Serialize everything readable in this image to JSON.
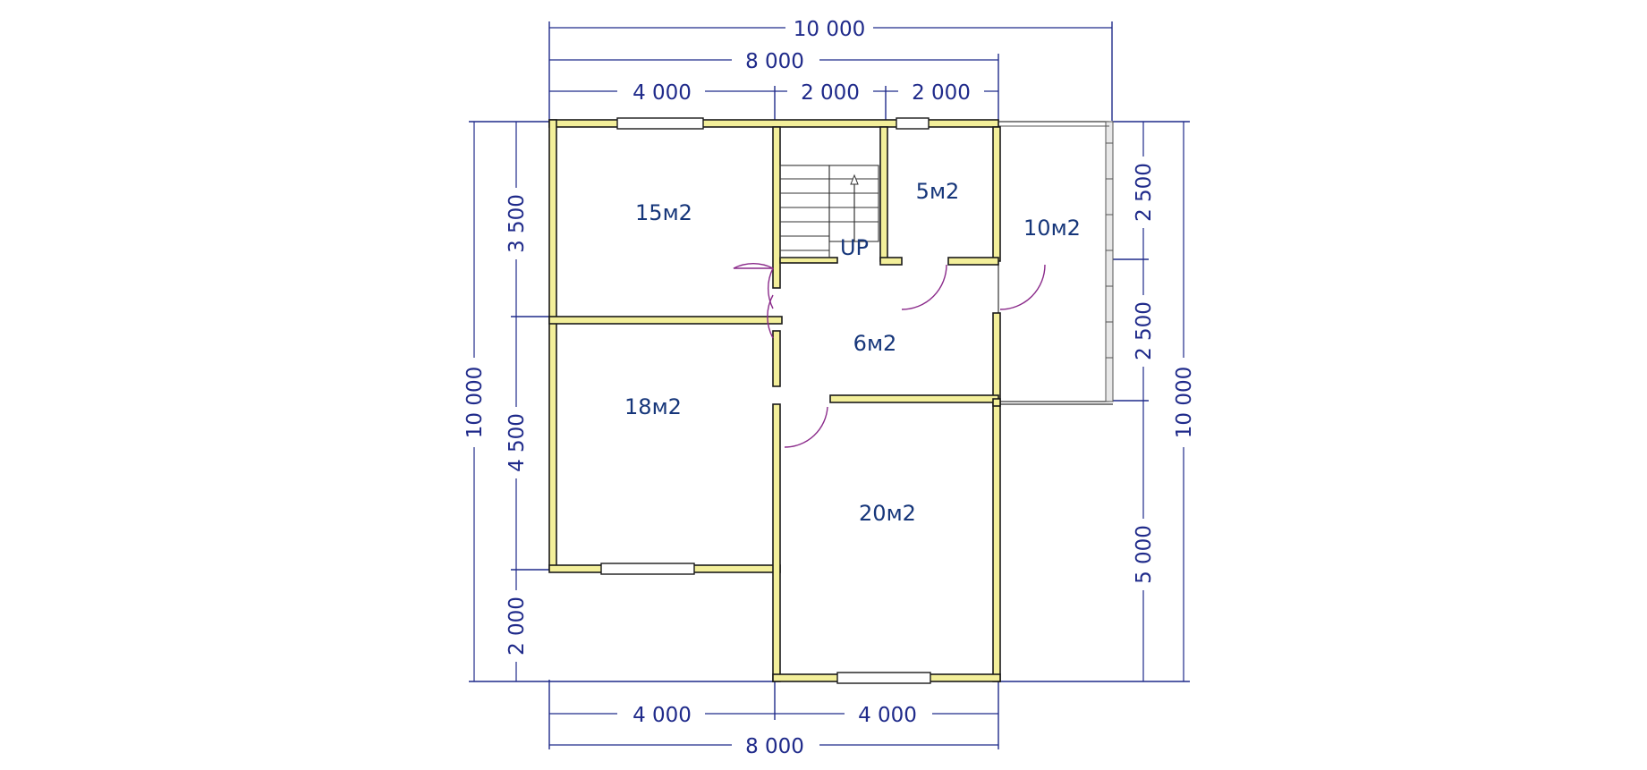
{
  "plan": {
    "dimensions": {
      "top_overall": "10 000",
      "top_house": "8 000",
      "top_left": "4 000",
      "top_middle": "2 000",
      "top_right": "2 000",
      "bottom_left": "4 000",
      "bottom_right": "4 000",
      "bottom_overall": "8 000",
      "left_overall": "10 000",
      "left_top": "3 500",
      "left_middle": "4 500",
      "left_bottom": "2 000",
      "right_overall": "10 000",
      "right_top": "2 500",
      "right_middle": "2 500",
      "right_bottom": "5 000"
    },
    "rooms": {
      "room_top_left": "15м2",
      "room_small": "5м2",
      "room_terrace": "10м2",
      "room_hall": "6м2",
      "room_middle_left": "18м2",
      "room_bottom_right": "20м2"
    },
    "stairs_label": "UP"
  }
}
